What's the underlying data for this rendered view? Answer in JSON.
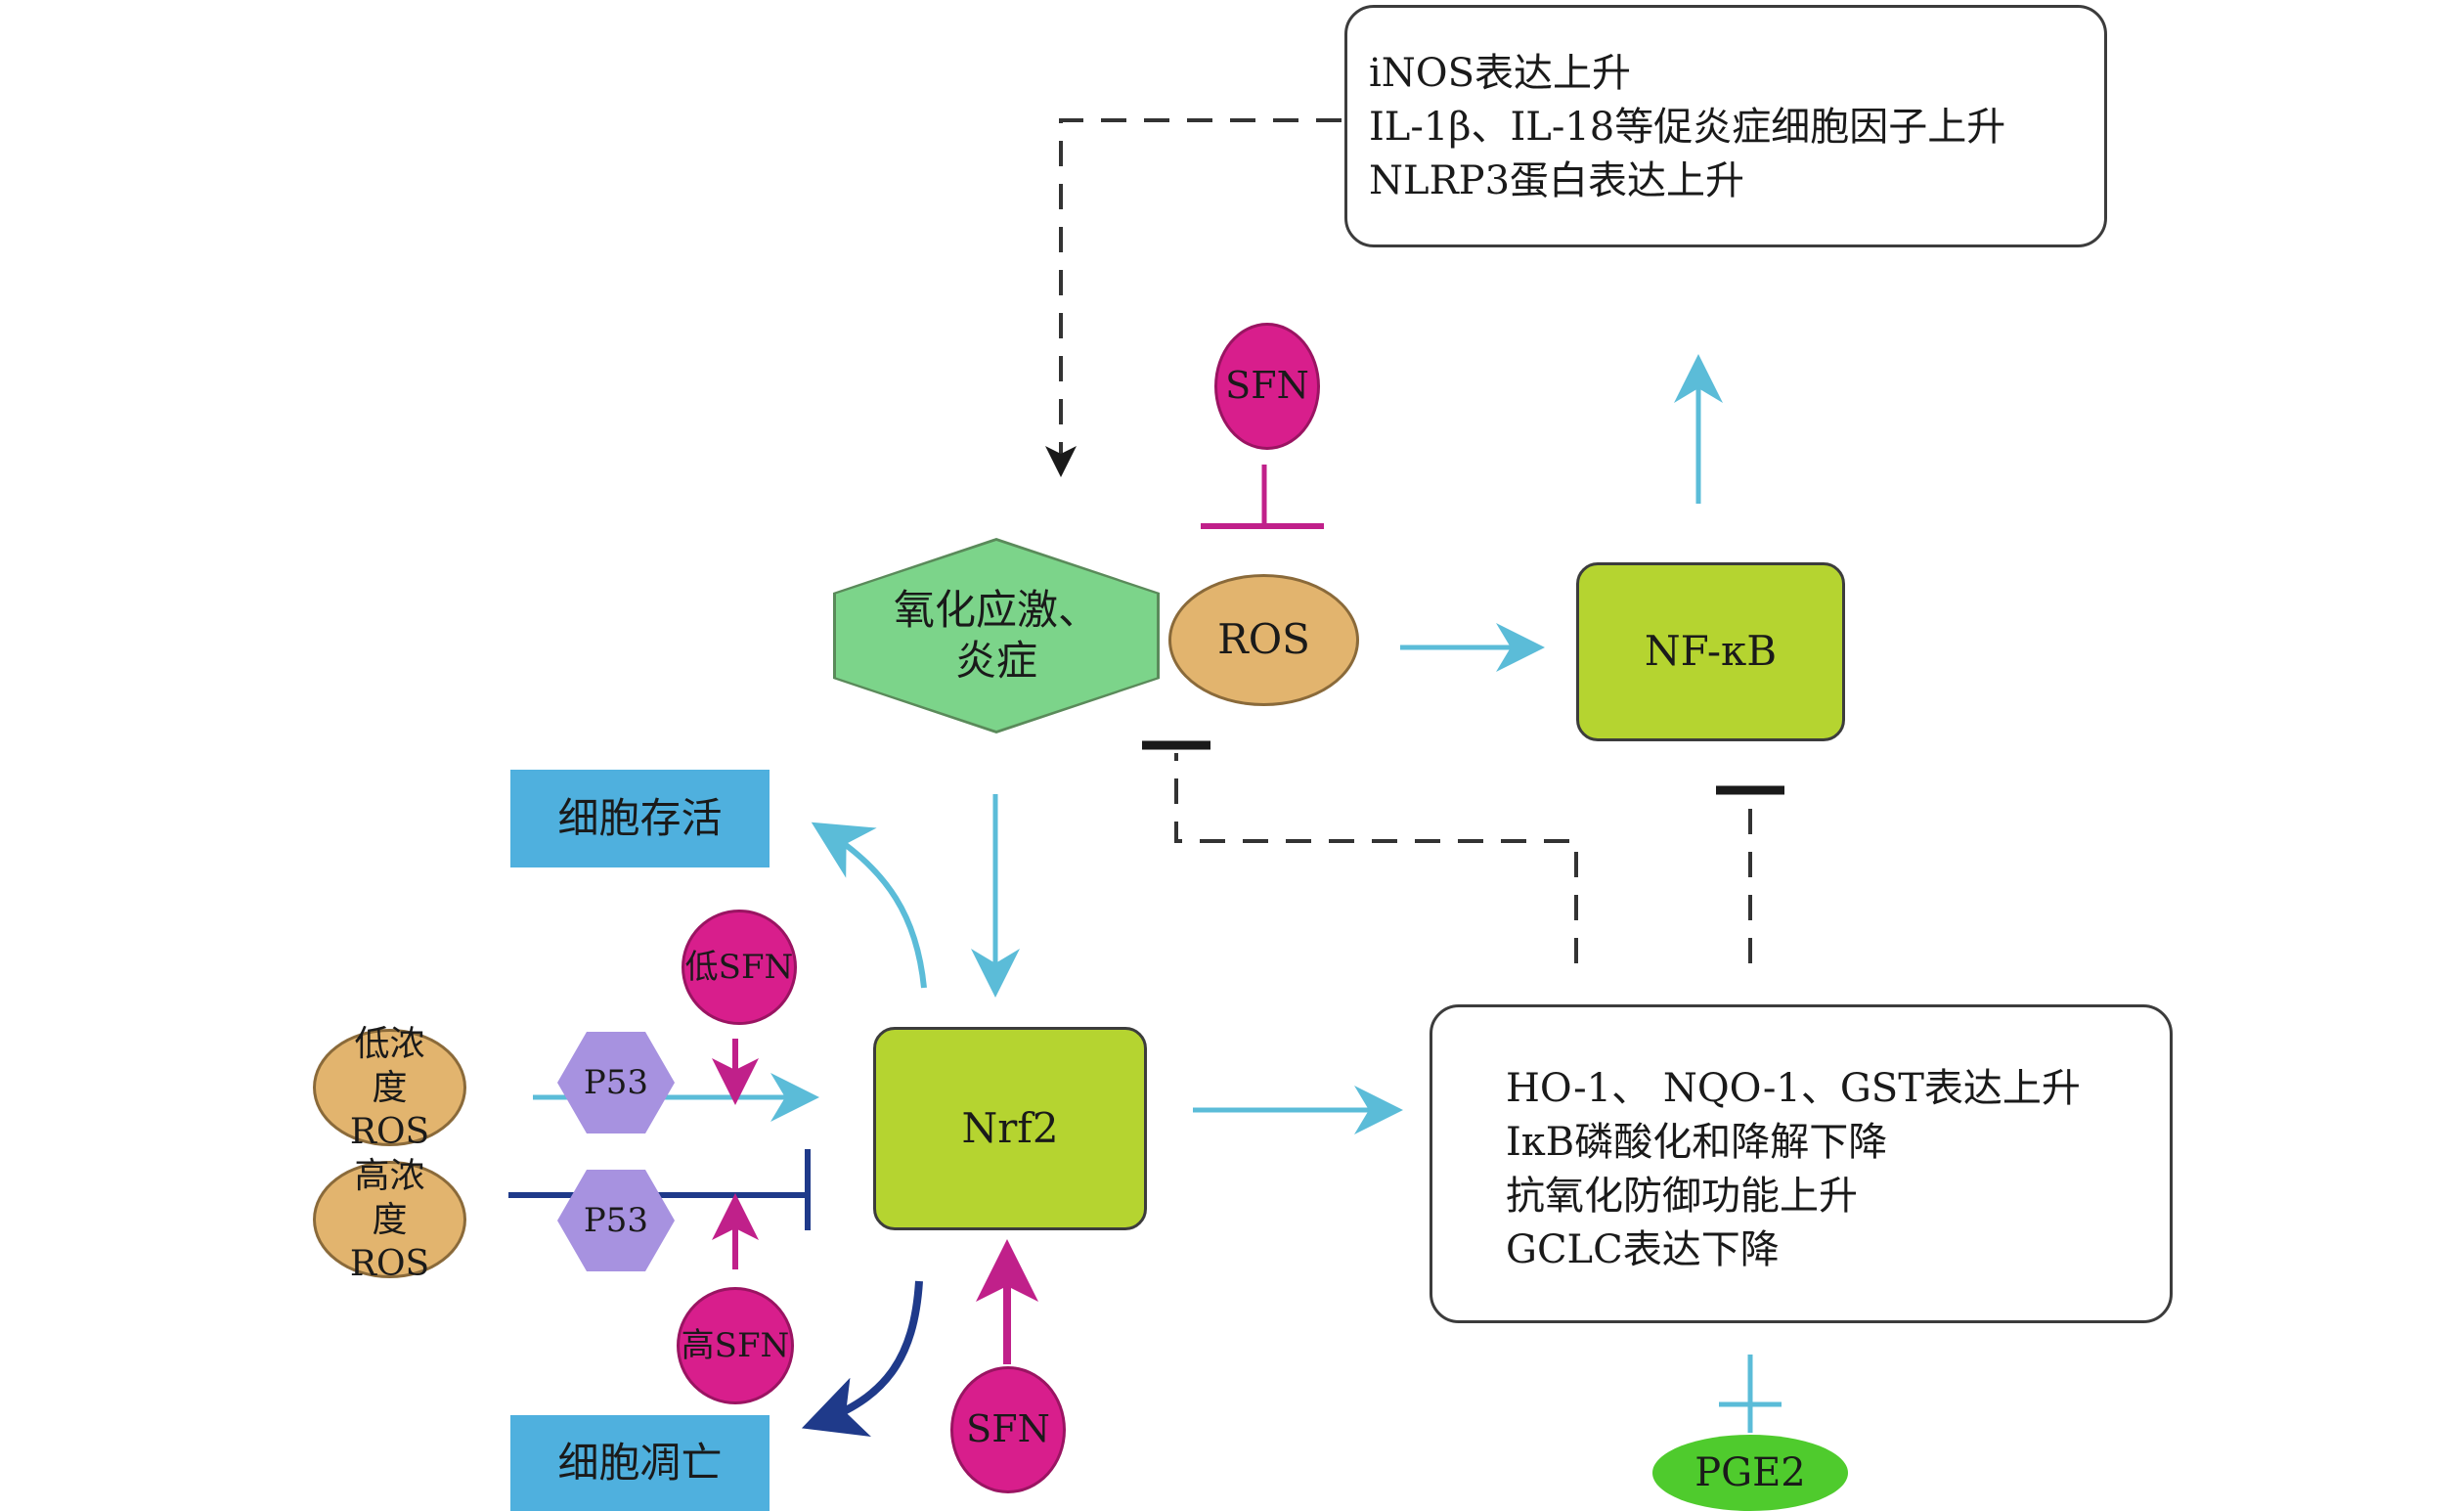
{
  "top_box": {
    "lines": [
      "iNOS表达上升",
      "IL-1β、IL-18等促炎症细胞因子上升",
      "NLRP3蛋白表达上升"
    ]
  },
  "nodes": {
    "oxidative_stress": "氧化应激、炎症",
    "ros": "ROS",
    "nfkb": "NF-κB",
    "sfn_top": "SFN",
    "cell_survival": "细胞存活",
    "cell_apoptosis": "细胞凋亡",
    "nrf2": "Nrf2",
    "low_sfn": "低SFN",
    "high_sfn": "高SFN",
    "sfn_bottom": "SFN",
    "low_ros": "低浓度ROS",
    "high_ros": "高浓度ROS",
    "p53_upper": "P53",
    "p53_lower": "P53",
    "pge2": "PGE2"
  },
  "right_box": {
    "lines": [
      "HO-1、 NQO-1、GST表达上升",
      "IκB磷酸化和降解下降",
      "抗氧化防御功能上升",
      "GCLC表达下降"
    ]
  },
  "colors": {
    "arrow_cyan": "#5bbcd8",
    "arrow_navy": "#1f3a8a",
    "inhibit_magenta": "#c0208a",
    "dashed": "#333333"
  }
}
